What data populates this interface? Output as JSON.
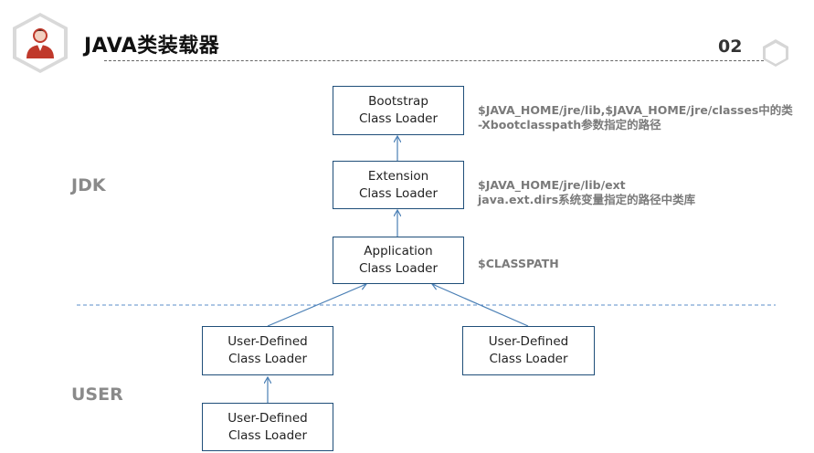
{
  "header": {
    "title": "JAVA类装载器",
    "slide_number": "02",
    "avatar_icon": "user-avatar-icon"
  },
  "zones": {
    "jdk": "JDK",
    "user": "USER"
  },
  "loaders": {
    "bootstrap": {
      "line1": "Bootstrap",
      "line2": "Class Loader"
    },
    "extension": {
      "line1": "Extension",
      "line2": "Class Loader"
    },
    "application": {
      "line1": "Application",
      "line2": "Class Loader"
    },
    "user_left": {
      "line1": "User-Defined",
      "line2": "Class Loader"
    },
    "user_right": {
      "line1": "User-Defined",
      "line2": "Class Loader"
    },
    "user_bottom": {
      "line1": "User-Defined",
      "line2": "Class Loader"
    }
  },
  "descriptions": {
    "bootstrap": [
      "$JAVA_HOME/jre/lib,$JAVA_HOME/jre/classes中的类",
      "-Xbootclasspath参数指定的路径"
    ],
    "extension": [
      "$JAVA_HOME/jre/lib/ext",
      "java.ext.dirs系统变量指定的路径中类库"
    ],
    "application": "$CLASSPATH"
  },
  "colors": {
    "box_border": "#1f4e79",
    "arrow": "#4a7fb5",
    "divider": "#5b8ec9",
    "description_text": "#7a7a7a",
    "zone_text": "#8a8a8a",
    "avatar_red": "#c0392b"
  }
}
